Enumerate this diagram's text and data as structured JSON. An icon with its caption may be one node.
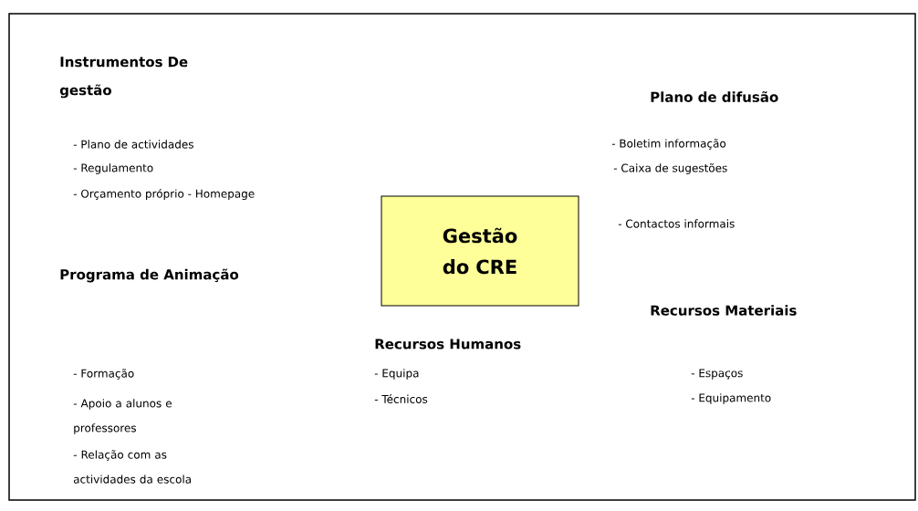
{
  "diagram": {
    "nodes": [
      {
        "text": [
          "Gestão do CRE"
        ]
      }
    ],
    "edges": [],
    "labels": [
      "Instrumentos De gestão",
      "- Plano de actividades",
      "- Regulamento",
      "- Orçamento próprio - Homepage",
      "Plano de difusão",
      "- Boletim informação",
      "- Caixa de sugestões",
      "- Contactos informais",
      "Programa de Animação",
      "- Formação",
      "- Apoio a alunos e professores",
      "- Relação com as actividades da escola",
      "Recursos Humanos",
      "- Equipa",
      "- Técnicos",
      "Recursos Materiais",
      "- Espaços",
      "- Equipamento"
    ]
  }
}
